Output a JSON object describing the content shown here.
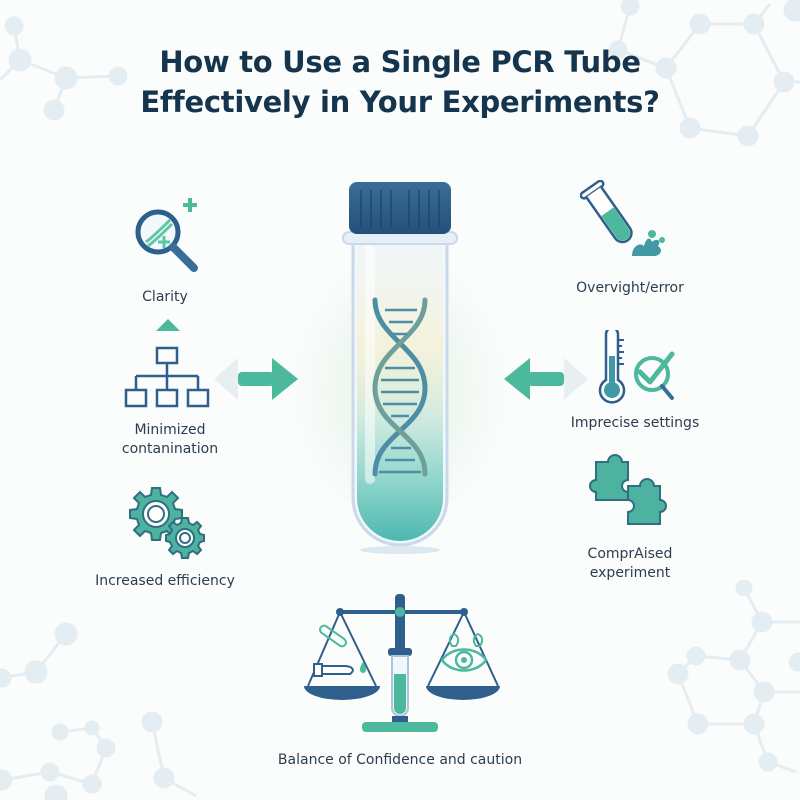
{
  "title": {
    "line1": "How to Use a Single PCR Tube",
    "line2": "Effectively in Your Experiments?"
  },
  "left_benefits": [
    {
      "label": "Clarity",
      "icon": "magnifier-dna-icon"
    },
    {
      "label_line1": "Minimized",
      "label_line2": "contanination",
      "icon": "hierarchy-icon"
    },
    {
      "label": "Increased efficiency",
      "icon": "gears-icon"
    }
  ],
  "right_risks": [
    {
      "label": "Overvight/error",
      "icon": "spilled-test-tube-icon"
    },
    {
      "label": "Imprecise settings",
      "icon": "thermometer-check-icon"
    },
    {
      "label_line1": "ComprAised",
      "label_line2": "experiment",
      "icon": "puzzle-pieces-icon"
    }
  ],
  "center": {
    "icon": "pcr-tube-dna-icon"
  },
  "bottom": {
    "label": "Balance of Confidence and caution",
    "icon": "balance-scale-icon"
  },
  "colors": {
    "title": "#14354d",
    "navy": "#2e5f8a",
    "teal": "#4cb89c",
    "teal_dark": "#3a9a86",
    "molecule": "#e6f0f4"
  }
}
